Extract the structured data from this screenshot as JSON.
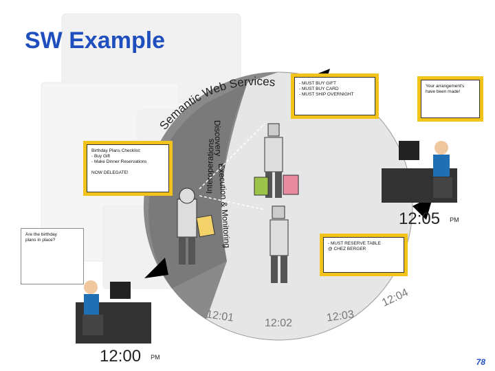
{
  "slide": {
    "title": "SW Example",
    "page_number": "78"
  },
  "circle": {
    "arc_title": "Semantic Web Services",
    "discovery": "Discovery",
    "interoperations": "Interoperations",
    "execution_monitoring": "Execution & Monitoring"
  },
  "bubbles": {
    "user_question": [
      "Are the birthday",
      "plans in place?"
    ],
    "checklist": [
      "Birthday Plans Checklist:",
      "- Buy Gift",
      "- Make Dinner Reservations",
      "",
      "NOW DELEGATE!"
    ],
    "gift_tasks": [
      "- MUST  BUY  GIFT",
      "- MUST  BUY  CARD",
      "- MUST  SHIP  OVERNIGHT"
    ],
    "confirmation": [
      "Your arrangement's",
      "have been made!"
    ],
    "reserve_table": [
      "- MUST  RESERVE  TABLE",
      "@ CHEZ  BERGER"
    ]
  },
  "clocks": {
    "start_time": "12:00",
    "start_suffix": "PM",
    "end_time": "12:05",
    "end_suffix": "PM",
    "t1": "12:01",
    "t2": "12:02",
    "t3": "12:03",
    "t4": "12:04",
    "small_suffix": "PM"
  },
  "colors": {
    "title": "#1f4fbf",
    "bubble_border": "#f3c21b",
    "circle_light": "#e6e6e6",
    "circle_dark": "#7a7a7a",
    "person_shirt": "#1f6fb5",
    "gift_green": "#9cc44a",
    "gift_pink": "#e88aa0"
  }
}
